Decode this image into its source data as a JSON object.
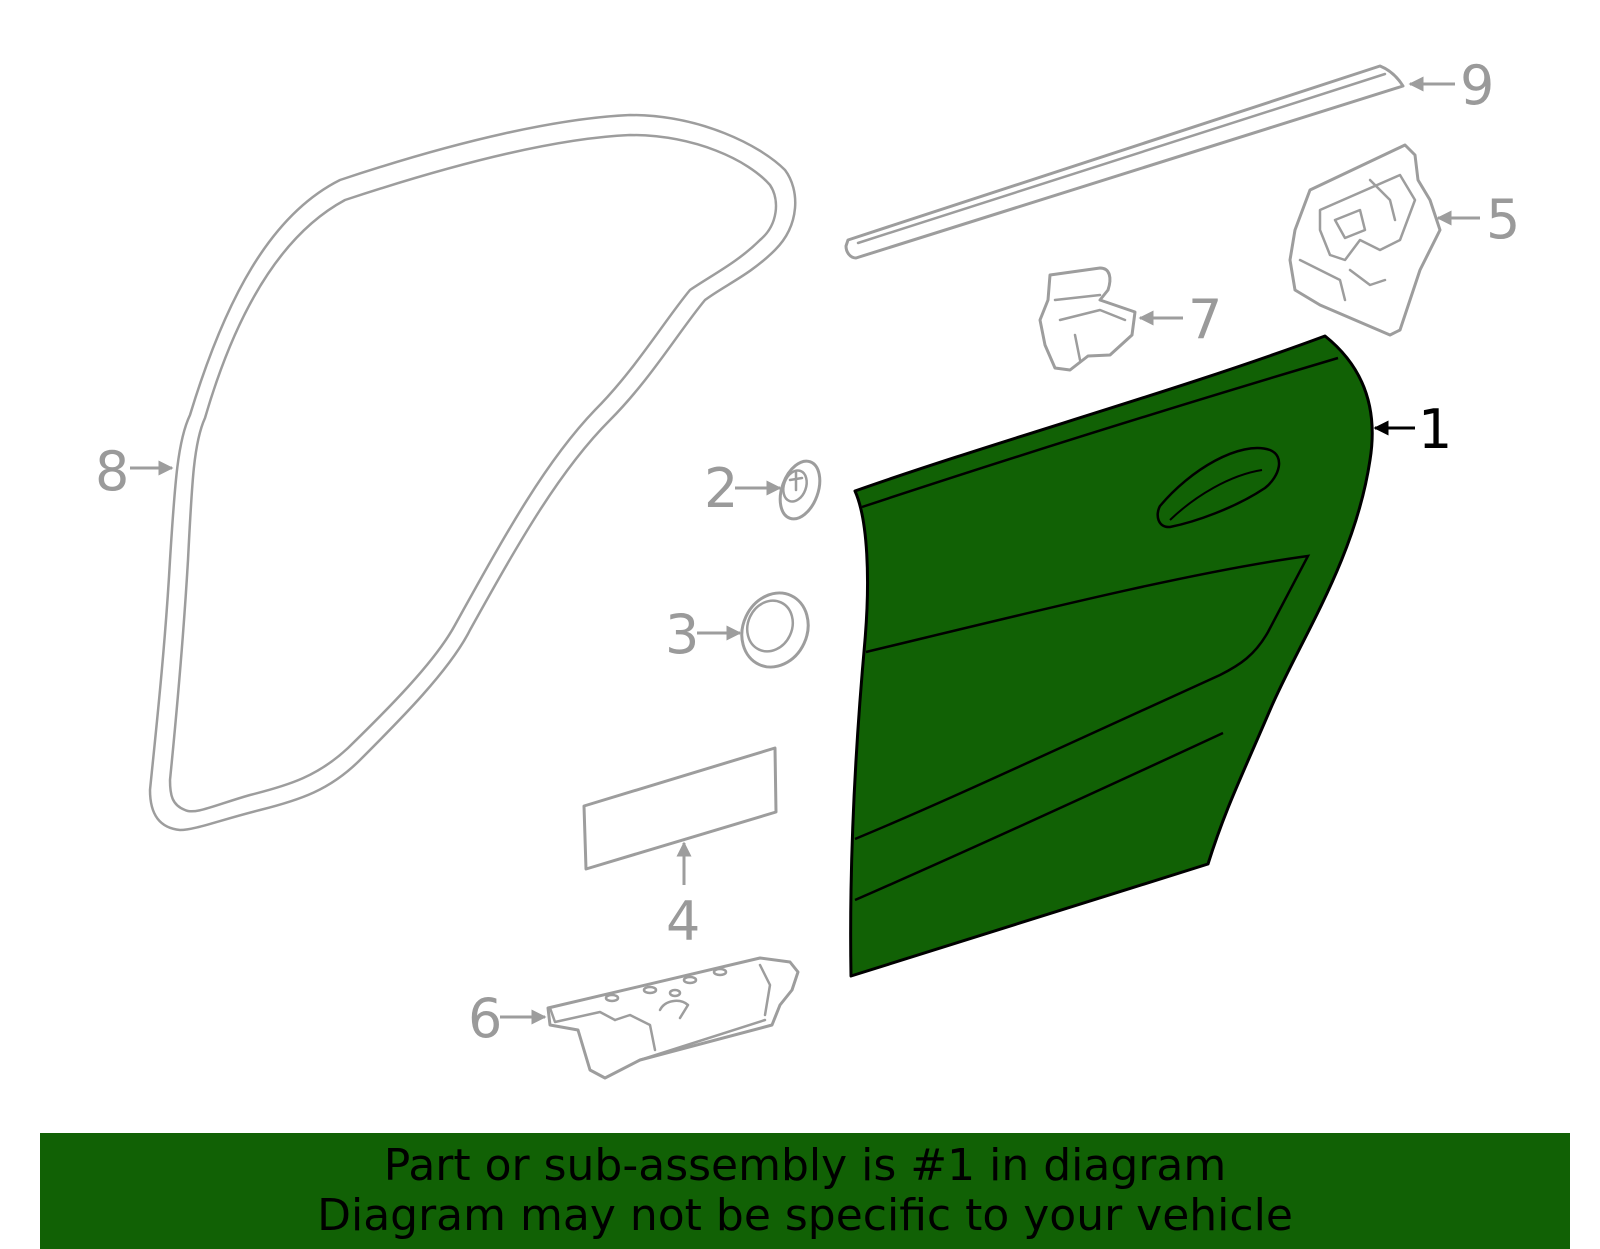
{
  "colors": {
    "highlight": "#116105",
    "outline": "#9d9d9d",
    "callout_text": "#9a9a9a",
    "active_callout": "#000000"
  },
  "callouts": {
    "c1": "1",
    "c2": "2",
    "c3": "3",
    "c4": "4",
    "c5": "5",
    "c6": "6",
    "c7": "7",
    "c8": "8",
    "c9": "9"
  },
  "highlighted_part": "1",
  "banner": {
    "line1": "Part or sub-assembly is #1 in diagram",
    "line2": "Diagram may not be specific to your vehicle"
  }
}
